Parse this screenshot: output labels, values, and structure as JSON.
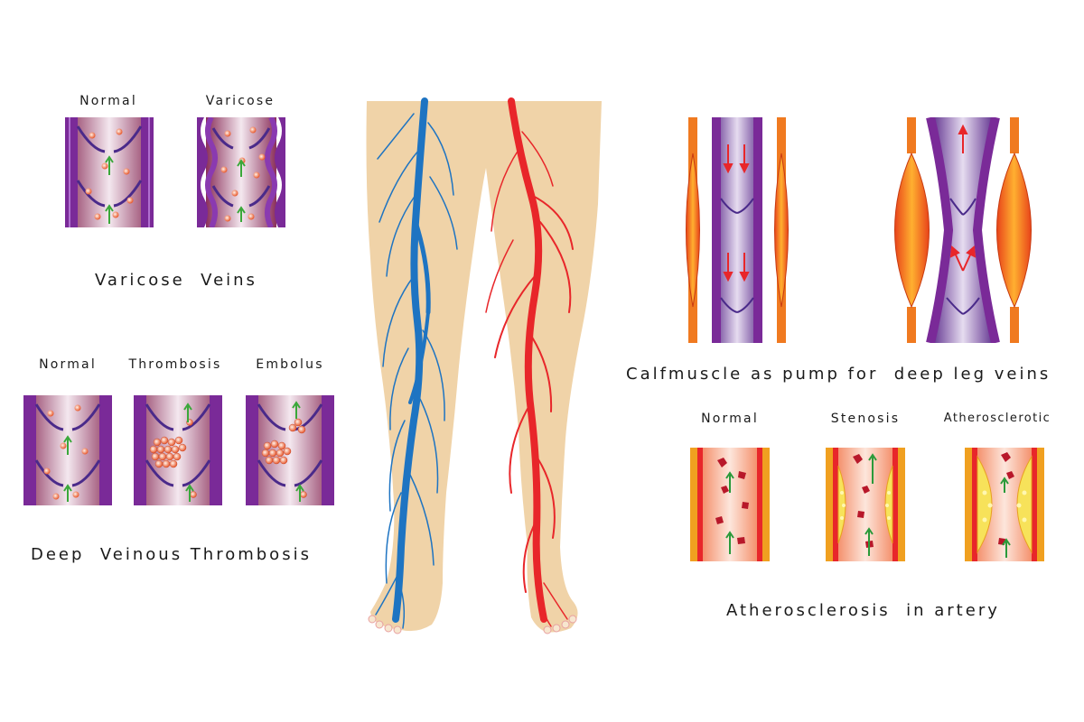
{
  "varicose": {
    "normal_label": "Normal",
    "varicose_label": "Varicose",
    "caption": "Varicose  Veins"
  },
  "dvt": {
    "normal_label": "Normal",
    "thrombosis_label": "Thrombosis",
    "embolus_label": "Embolus",
    "caption": "Deep  Veinous Thrombosis"
  },
  "calf": {
    "caption": "Calfmuscle as pump for  deep leg veins"
  },
  "athero": {
    "normal_label": "Normal",
    "stenosis_label": "Stenosis",
    "atherosclerotic_label": "Atherosclerotic",
    "caption": "Atherosclerosis  in artery"
  },
  "colors": {
    "vein": "#1e74c2",
    "artery": "#e8262a",
    "skin": "#f0d3a8",
    "vessel_wall": "#7a2a98",
    "muscle": "#f07a20",
    "plaque": "#f7e25a"
  }
}
